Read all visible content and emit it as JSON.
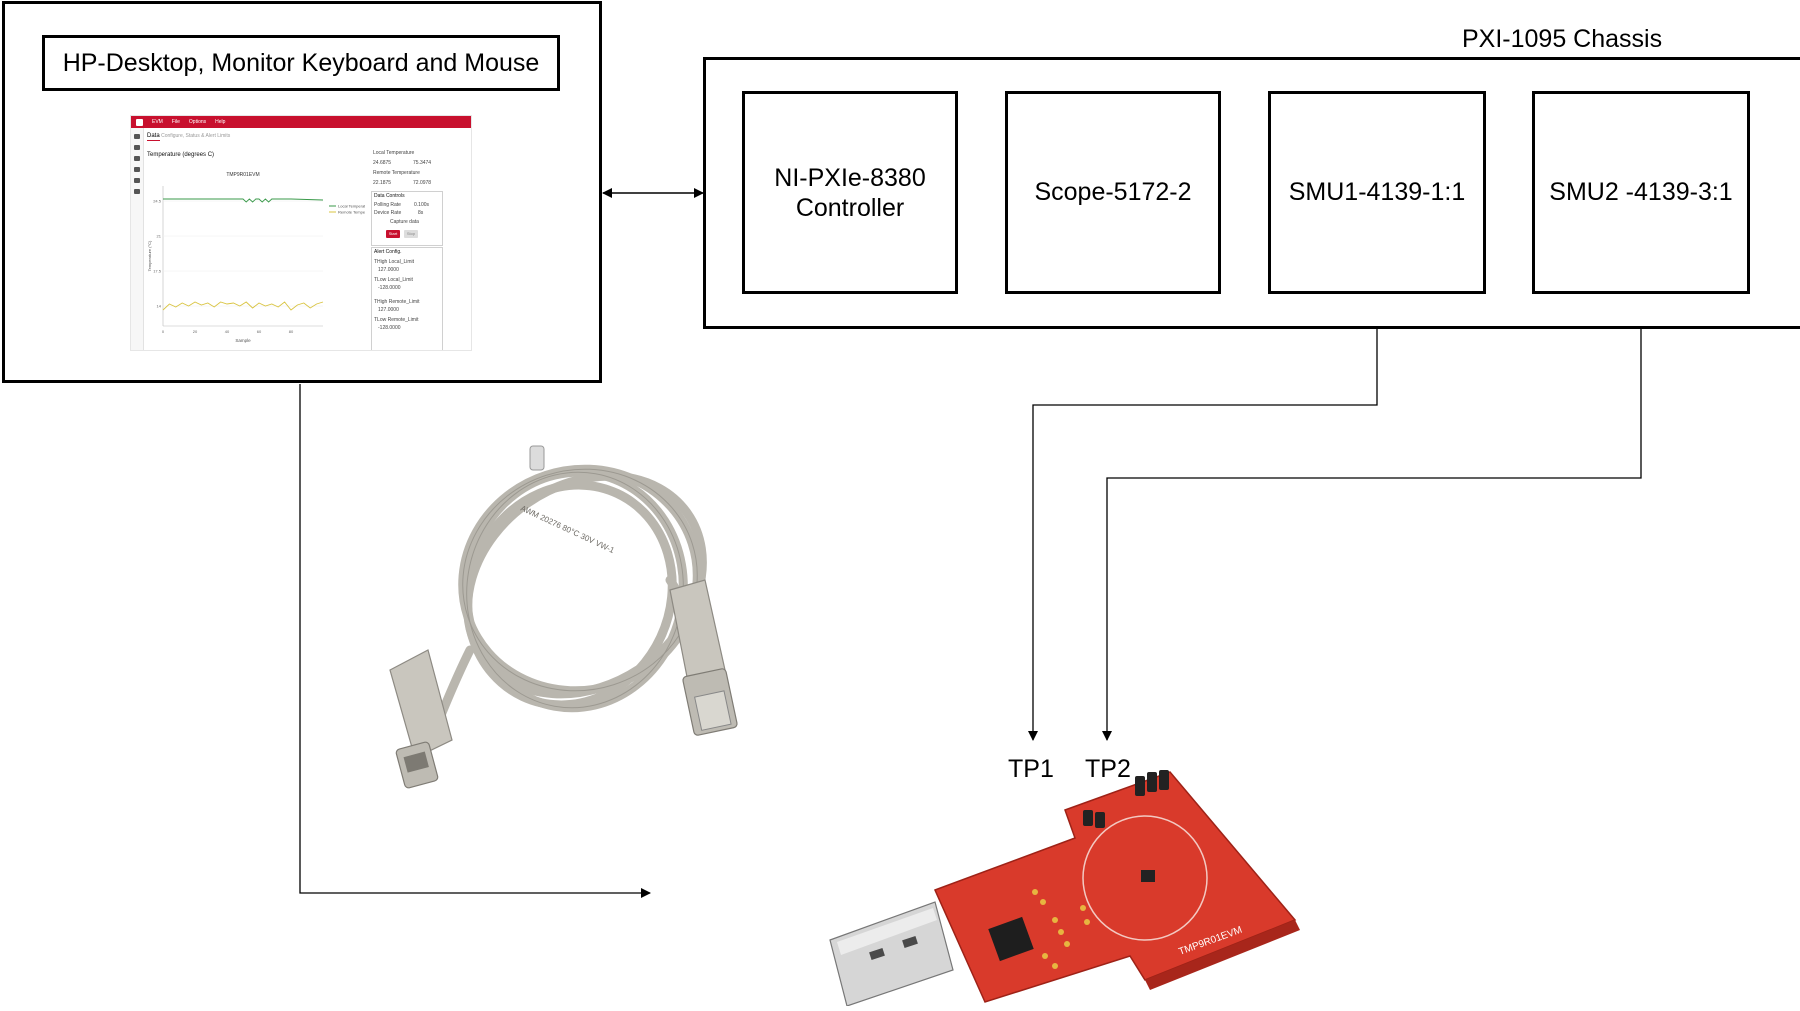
{
  "desktop": {
    "title": "HP-Desktop, Monitor Keyboard and Mouse",
    "app_screenshot": {
      "brand": "EVM",
      "menu": [
        "File",
        "Options",
        "Help"
      ],
      "tab_active": "Data",
      "tab_sub": "Configure, Status & Alert Limits",
      "section_title": "Temperature (degrees C)",
      "plot_title": "TMP9R01EVM",
      "y_ticks": [
        "24.5",
        "21",
        "17.5",
        "14"
      ],
      "x_ticks": [
        "0",
        "20",
        "40",
        "60",
        "80"
      ],
      "x_label": "Sample",
      "y_label": "Temperature (°C)",
      "legend": [
        "Local Temperature",
        "Remote Temperature"
      ],
      "local_temp_label": "Local Temperature",
      "local_temp_values": [
        "24.6875",
        "75.3474"
      ],
      "remote_temp_label": "Remote Temperature",
      "remote_temp_values": [
        "22.1875",
        "72.0978"
      ],
      "data_controls_title": "Data Controls",
      "polling_rate_label": "Polling Rate",
      "polling_rate_value": "0.100s",
      "device_rate_label": "Device Rate",
      "device_rate_value": "8s",
      "capture_data_label": "Capture data",
      "start_button": "Start",
      "stop_button": "Stop",
      "alert_config_title": "Alert Config.",
      "alert_fields": [
        {
          "label": "THigh Local_Limit",
          "value": "127.0000"
        },
        {
          "label": "TLow Local_Limit",
          "value": "-128.0000"
        },
        {
          "label": "THigh Remote_Limit",
          "value": "127.0000"
        },
        {
          "label": "TLow Remote_Limit",
          "value": "-128.0000"
        }
      ]
    }
  },
  "chassis": {
    "title": "PXI-1095 Chassis",
    "modules": [
      {
        "line1": "NI-PXIe-8380",
        "line2": "Controller"
      },
      {
        "line1": "Scope-5172-2",
        "line2": ""
      },
      {
        "line1": "SMU1-4139-1:1",
        "line2": ""
      },
      {
        "line1": "SMU2 -4139-3:1",
        "line2": ""
      }
    ]
  },
  "test_points": {
    "tp1": "TP1",
    "tp2": "TP2"
  },
  "board": {
    "silkscreen": "TMP9R01EVM"
  },
  "cable": {
    "print": "AWM 20276 80°C 30V VW-1"
  },
  "chart_data": {
    "type": "line",
    "title": "TMP9R01EVM",
    "xlabel": "Sample",
    "ylabel": "Temperature (°C)",
    "xlim": [
      0,
      100
    ],
    "ylim": [
      12,
      26
    ],
    "series": [
      {
        "name": "Local Temperature",
        "color": "#3a9a4a",
        "x": [
          0,
          10,
          20,
          30,
          40,
          50,
          52,
          54,
          56,
          58,
          60,
          62,
          64,
          66,
          68,
          70,
          80,
          100
        ],
        "y": [
          24.7,
          24.7,
          24.7,
          24.7,
          24.7,
          24.7,
          24.4,
          24.7,
          24.4,
          24.7,
          24.7,
          24.4,
          24.7,
          24.4,
          24.7,
          24.7,
          24.7,
          24.6
        ]
      },
      {
        "name": "Remote Temperature",
        "color": "#d9c441",
        "x": [
          0,
          4,
          8,
          12,
          16,
          20,
          24,
          28,
          32,
          36,
          40,
          44,
          48,
          52,
          56,
          60,
          64,
          68,
          72,
          76,
          80,
          84,
          88,
          92,
          96,
          100
        ],
        "y": [
          13.6,
          14.2,
          13.9,
          14.3,
          14.0,
          14.4,
          14.1,
          14.3,
          13.9,
          14.4,
          14.2,
          14.3,
          14.0,
          14.4,
          13.8,
          14.3,
          14.0,
          14.2,
          13.9,
          14.4,
          13.6,
          14.1,
          14.3,
          13.8,
          14.2,
          14.4
        ]
      }
    ]
  }
}
